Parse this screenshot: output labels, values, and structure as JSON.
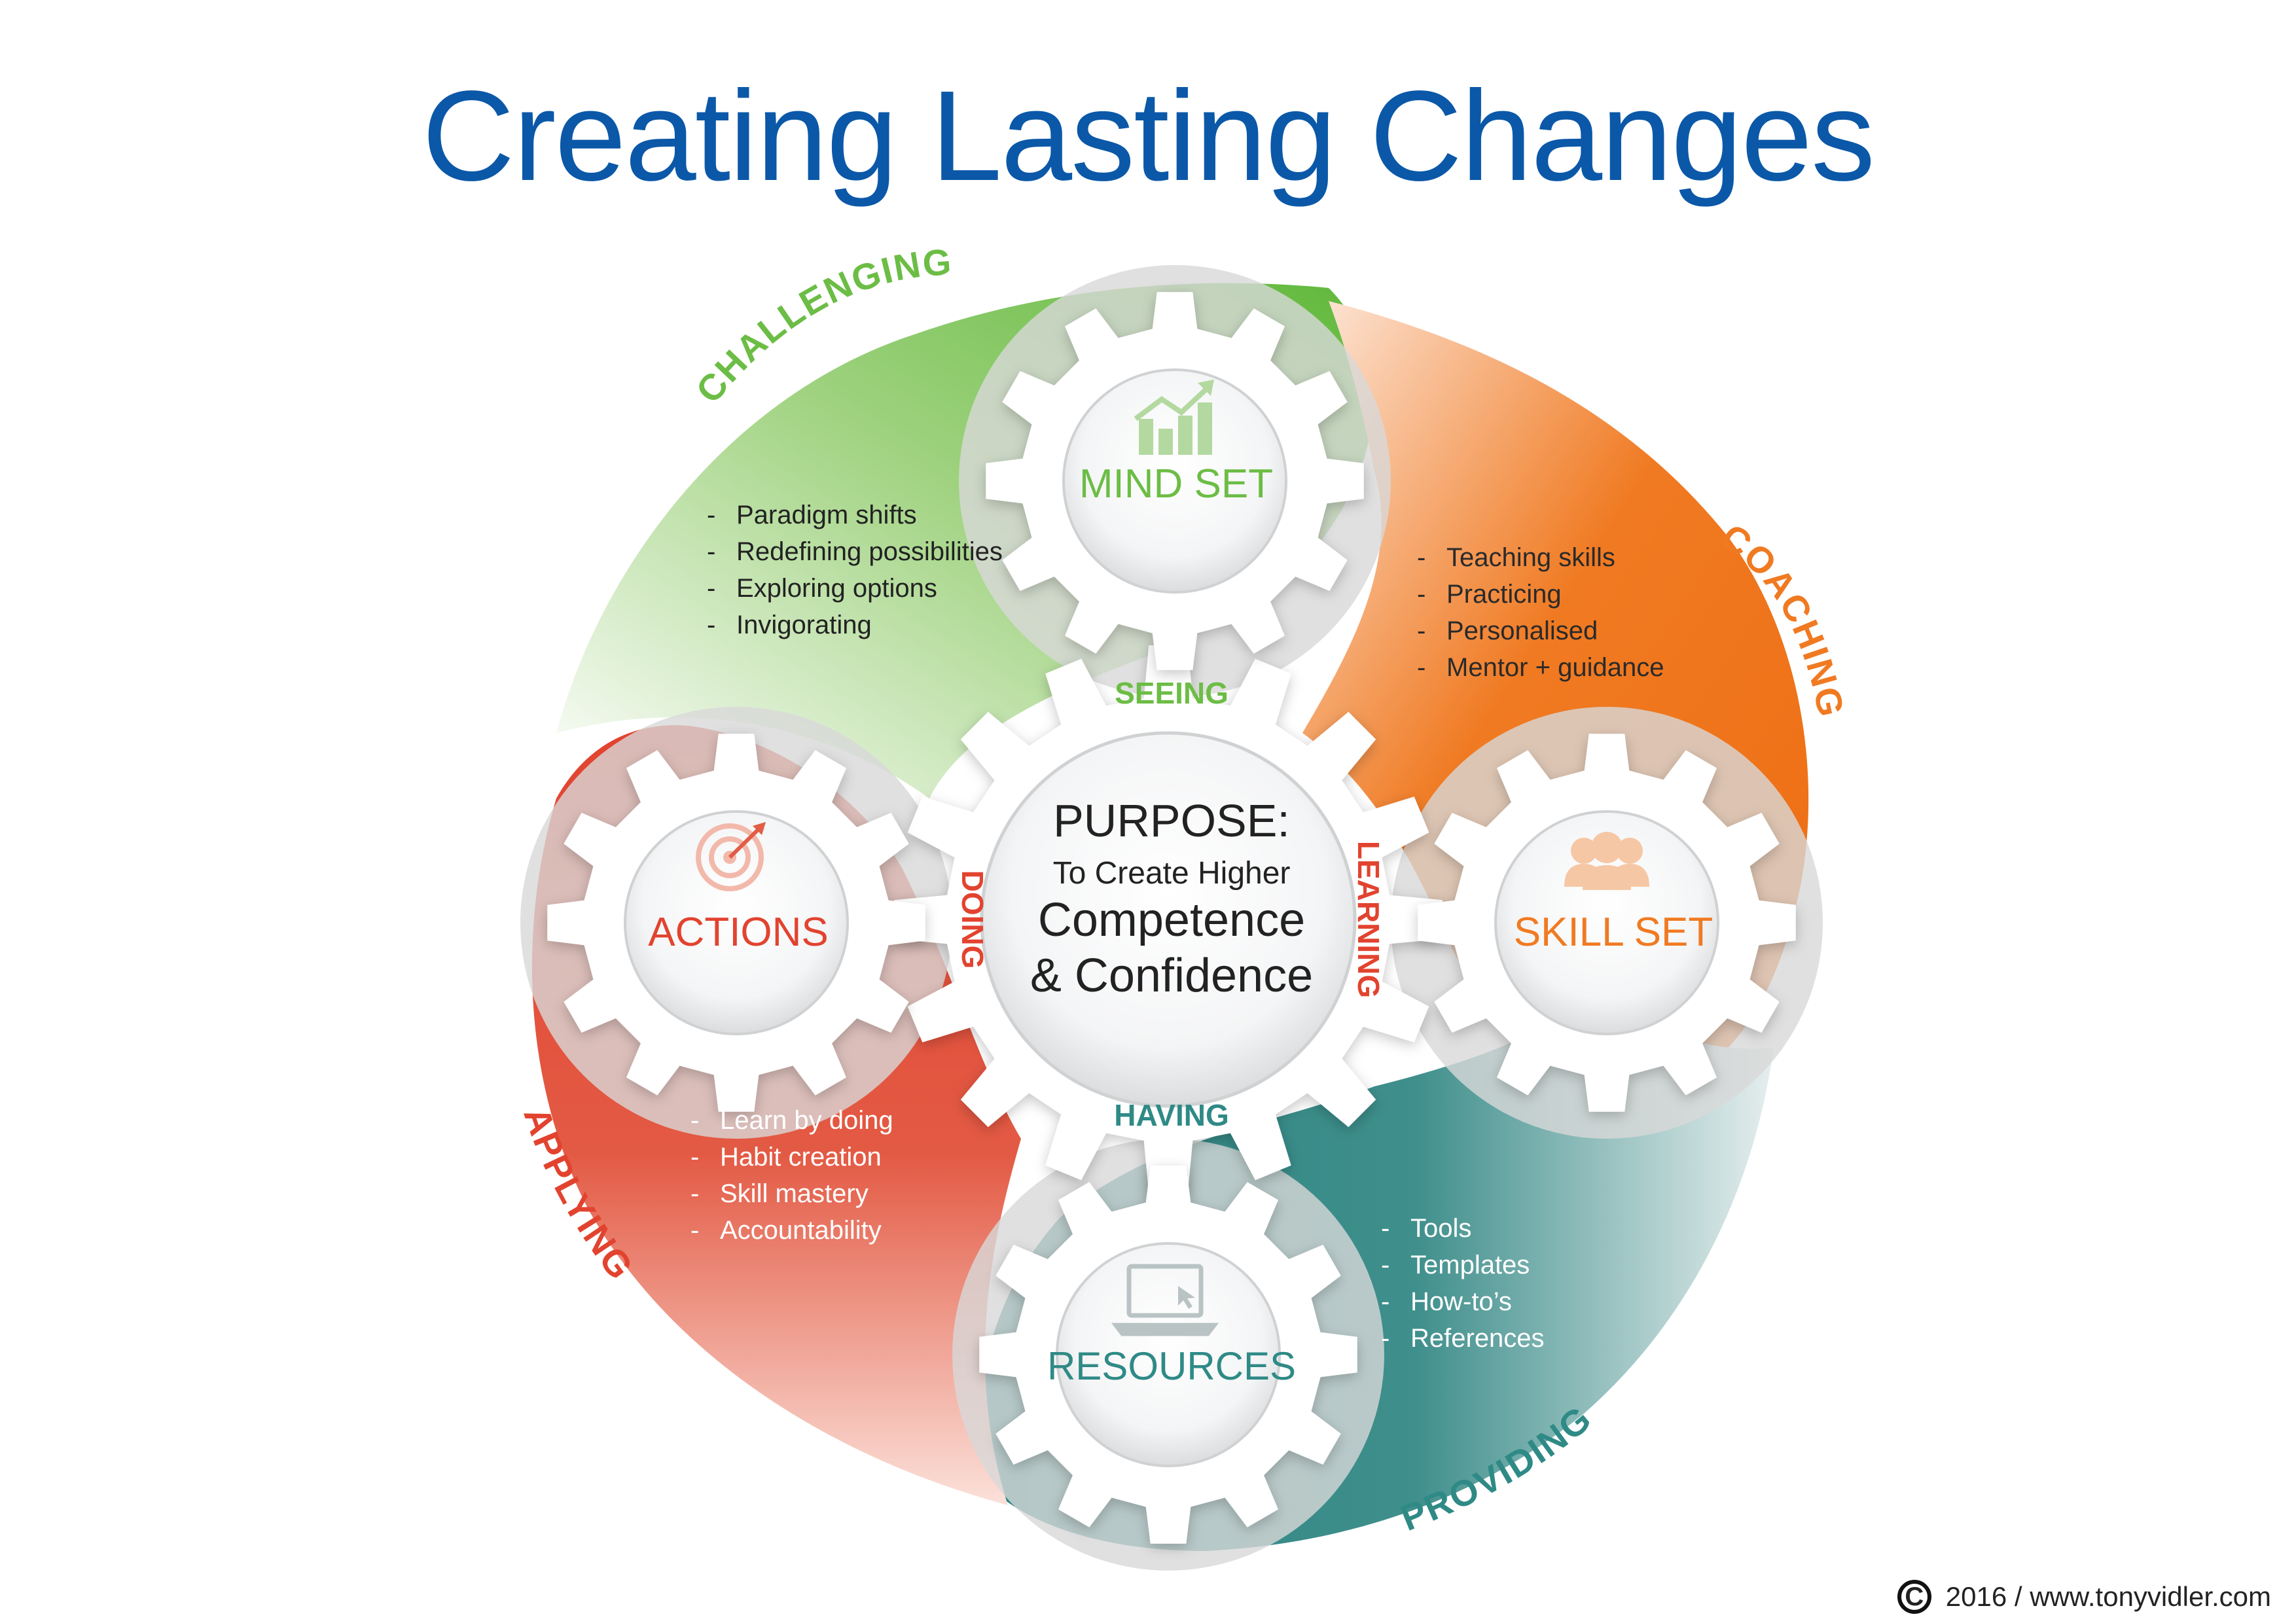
{
  "title": "Creating Lasting Changes",
  "colors": {
    "green": "#6cbd45",
    "orange": "#f07a22",
    "teal": "#2f8a86",
    "red": "#e2432f",
    "title_blue": "#0b58a8",
    "gear_grey": "#d9dbdd"
  },
  "center": {
    "line1": "PURPOSE:",
    "line2": "To Create Higher",
    "line3": "Competence",
    "line4": "& Confidence"
  },
  "sections": [
    {
      "id": "mindset",
      "arc_label": "CHALLENGING",
      "gear_label": "MIND SET",
      "connector": "SEEING",
      "icon": "bar-chart-icon",
      "bullets": [
        "Paradigm shifts",
        "Redefining possibilities",
        "Exploring options",
        "Invigorating"
      ]
    },
    {
      "id": "skillset",
      "arc_label": "COACHING",
      "gear_label": "SKILL SET",
      "connector": "LEARNING",
      "icon": "people-icon",
      "bullets": [
        "Teaching skills",
        "Practicing",
        "Personalised",
        "Mentor + guidance"
      ]
    },
    {
      "id": "resources",
      "arc_label": "PROVIDING",
      "gear_label": "RESOURCES",
      "connector": "HAVING",
      "icon": "laptop-icon",
      "bullets": [
        "Tools",
        "Templates",
        "How-to’s",
        "References"
      ]
    },
    {
      "id": "actions",
      "arc_label": "APPLYING",
      "gear_label": "ACTIONS",
      "connector": "DOING",
      "icon": "target-icon",
      "bullets": [
        "Learn by doing",
        "Habit creation",
        "Skill mastery",
        "Accountability"
      ]
    }
  ],
  "footer": {
    "copyright_symbol": "C",
    "text": "2016  /  www.tonyvidler.com"
  }
}
